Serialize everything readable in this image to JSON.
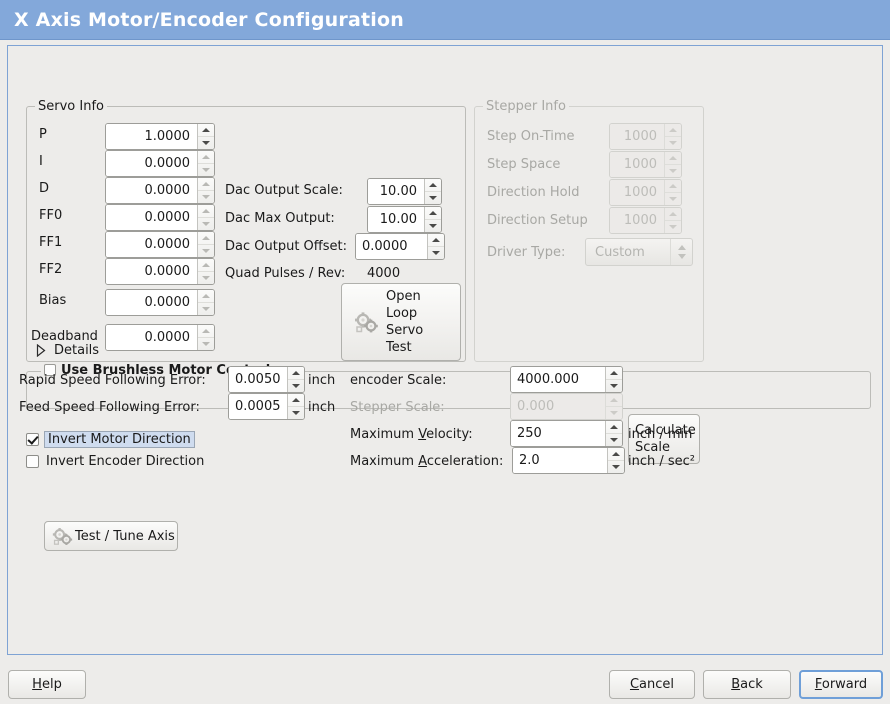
{
  "window": {
    "title": "X Axis Motor/Encoder Configuration"
  },
  "servo": {
    "legend": "Servo Info",
    "rows": [
      {
        "label": "P",
        "value": "1.0000"
      },
      {
        "label": "I",
        "value": "0.0000"
      },
      {
        "label": "D",
        "value": "0.0000"
      },
      {
        "label": "FF0",
        "value": "0.0000"
      },
      {
        "label": "FF1",
        "value": "0.0000"
      },
      {
        "label": "FF2",
        "value": "0.0000"
      },
      {
        "label": "Bias",
        "value": "0.0000"
      },
      {
        "label": "Deadband",
        "value": "0.0000"
      }
    ],
    "dac": [
      {
        "label": "Dac Output Scale:",
        "value": "10.00"
      },
      {
        "label": "Dac Max Output:",
        "value": "10.00"
      },
      {
        "label": "Dac Output Offset:",
        "value": "0.0000"
      }
    ],
    "quad_pulses_label": "Quad Pulses / Rev:",
    "quad_pulses_value": "4000",
    "open_loop_button": "Open\nLoop\nServo\nTest",
    "open_loop_lines": [
      "Open",
      "Loop",
      "Servo",
      "Test"
    ],
    "open_loop_icon": "gears-icon"
  },
  "stepper": {
    "legend": "Stepper Info",
    "disabled": true,
    "rows": [
      {
        "label": "Step On-Time",
        "value": "1000"
      },
      {
        "label": "Step Space",
        "value": "1000"
      },
      {
        "label": "Direction Hold",
        "value": "1000"
      },
      {
        "label": "Direction Setup",
        "value": "1000"
      }
    ],
    "driver_type_label": "Driver Type:",
    "driver_type_value": "Custom"
  },
  "brushless": {
    "legend": "Use Brushless Motor Control",
    "checked": false,
    "details_label": "Details",
    "details_expanded": false
  },
  "tuning": {
    "rapid_label": "Rapid Speed Following Error:",
    "rapid_value": "0.0050",
    "rapid_unit": "inch",
    "feed_label": "Feed Speed Following Error:",
    "feed_value": "0.0005",
    "feed_unit": "inch",
    "invert_motor_label": "Invert Motor Direction",
    "invert_motor_checked": true,
    "invert_encoder_label": "Invert Encoder Direction",
    "invert_encoder_checked": false,
    "test_tune_label": "Test / Tune Axis",
    "test_tune_icon": "gears-icon"
  },
  "scale": {
    "encoder_label": "encoder Scale:",
    "encoder_value": "4000.000",
    "stepper_label": "Stepper Scale:",
    "stepper_value": "0.000",
    "stepper_disabled": true,
    "calculate_lines": [
      "Calculate",
      "Scale"
    ],
    "max_velocity_label_pre": "Maximum ",
    "max_velocity_mnemonic": "V",
    "max_velocity_label_post": "elocity:",
    "max_velocity_value": "250",
    "max_velocity_unit": "inch / min",
    "max_accel_label_pre": "Maximum ",
    "max_accel_mnemonic": "A",
    "max_accel_label_post": "cceleration:",
    "max_accel_value": "2.0",
    "max_accel_unit": "inch / sec²"
  },
  "footer": {
    "help": {
      "pre": "",
      "mn": "H",
      "post": "elp"
    },
    "cancel": {
      "pre": "",
      "mn": "C",
      "post": "ancel"
    },
    "back": {
      "pre": "",
      "mn": "B",
      "post": "ack"
    },
    "forward": {
      "pre": "",
      "mn": "F",
      "post": "orward",
      "focused": true
    }
  },
  "colors": {
    "title_bar": "#83a8da",
    "pane_border": "#7fa3d4",
    "background": "#edecea",
    "focus_blue": "#6f9fd8",
    "disabled_text": "#a8a8a4"
  }
}
